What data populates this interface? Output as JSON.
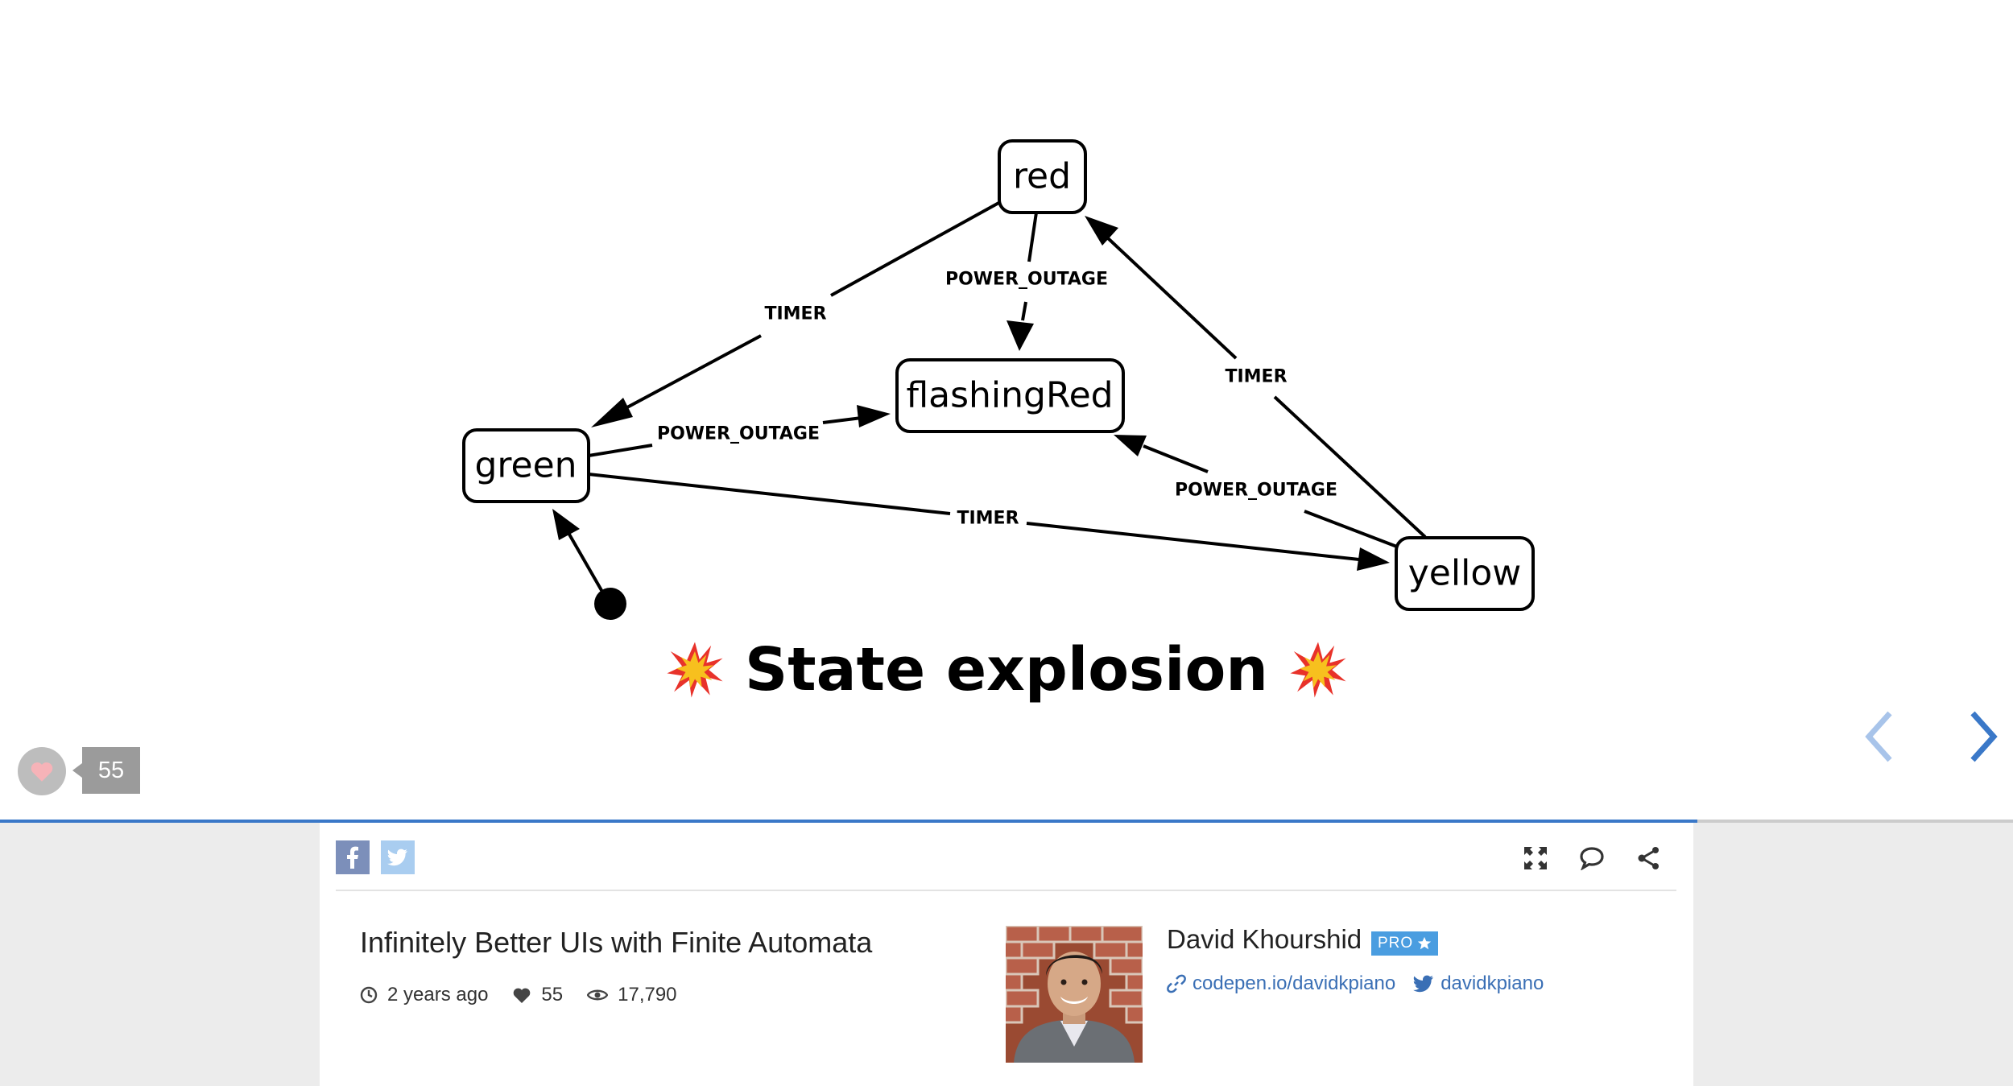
{
  "diagram": {
    "states": {
      "red": "red",
      "flashingRed": "flashingRed",
      "green": "green",
      "yellow": "yellow"
    },
    "edge_labels": {
      "red_to_green": "TIMER",
      "red_to_flashing": "POWER_OUTAGE",
      "yellow_to_red": "TIMER",
      "green_to_flashing": "POWER_OUTAGE",
      "yellow_to_flashing": "POWER_OUTAGE",
      "green_to_yellow": "TIMER"
    }
  },
  "slide": {
    "title": "State explosion",
    "decoration_icon": "collision-emoji"
  },
  "likes": {
    "count": "55",
    "icon": "heart-icon"
  },
  "navigation": {
    "prev_icon": "chevron-left-icon",
    "next_icon": "chevron-right-icon"
  },
  "progress": {
    "fraction": 0.843
  },
  "toolbar": {
    "social": [
      "facebook-icon",
      "twitter-icon"
    ],
    "actions": [
      "fullscreen-icon",
      "comment-icon",
      "share-icon"
    ]
  },
  "deck": {
    "title": "Infinitely Better UIs with Finite Automata",
    "age": "2 years ago",
    "likes": "55",
    "views": "17,790"
  },
  "author": {
    "name": "David Khourshid",
    "badge": "PRO",
    "website": "codepen.io/davidkpiano",
    "twitter": "davidkpiano"
  },
  "colors": {
    "accent": "#3a78c8",
    "pro_badge": "#4a9de0",
    "link": "#3a6fb5",
    "facebook": "#7c8fba",
    "twitter": "#a9cdf0",
    "nav_next": "#3a78c8",
    "nav_prev": "#a8c4ea"
  }
}
